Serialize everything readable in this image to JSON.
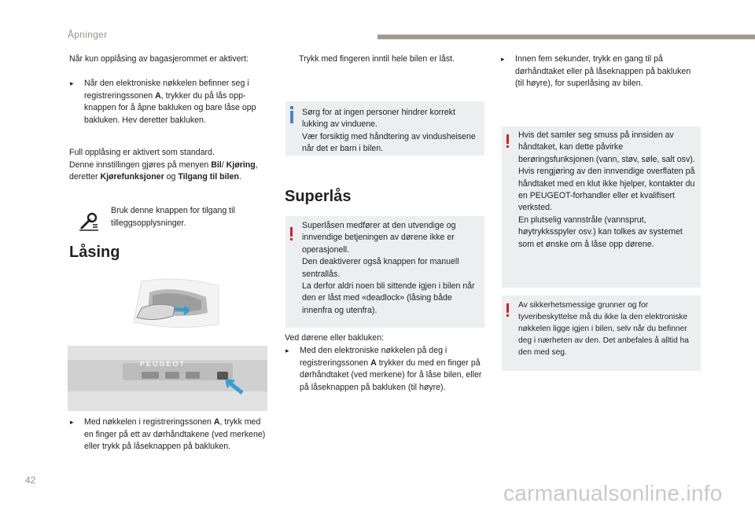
{
  "header": {
    "section": "Åpninger"
  },
  "col1": {
    "intro": "Når kun opplåsing av bagasjerommet er aktivert:",
    "bullet1_pre": "Når den elektroniske nøkkelen befinner seg i registreringssonen ",
    "bullet1_bold": "A",
    "bullet1_post": ", trykker du på lås opp-knappen for å åpne bakluken og bare låse opp bakluken. Hev deretter bakluken.",
    "full_line1": "Full opplåsing er aktivert som standard.",
    "full_line2_pre": "Denne innstillingen gjøres på menyen ",
    "menu_bil": "Bil",
    "slash": "/",
    "menu_kjoring": "Kjøring",
    "then": ", deretter ",
    "menu_kjorefunksjoner": "Kjørefunksjoner",
    "og": " og ",
    "menu_tilgang": "Tilgang til bilen",
    "dot": ".",
    "button_note": "Bruk denne knappen for tilgang til tilleggsopplysninger.",
    "heading_lasing": "Låsing",
    "bullet2_pre": "Med nøkkelen i registreringssonen ",
    "bullet2_bold": "A",
    "bullet2_post": ", trykk med en finger på ett av dørhåndtakene (ved merkene) eller trykk på låseknappen på bakluken.",
    "logo_text": "PEUGEOT"
  },
  "col2": {
    "top_text": "Trykk med fingeren inntil hele bilen er låst.",
    "info_box": "Sørg for at ingen personer hindrer korrekt lukking av vinduene.\nVær forsiktig med håndtering av vindusheisene når det er barn i bilen.",
    "heading_superlas": "Superlås",
    "warn_box": "Superlåsen medfører at den utvendige og innvendige betjeningen av dørene ikke er operasjonell.\nDen deaktiverer også knappen for manuell sentrallås.\nLa derfor aldri noen bli sittende igjen i bilen når den er låst med «deadlock» (låsing både innenfra og utenfra).",
    "doors_intro": "Ved dørene eller bakluken:",
    "bullet_pre": "Med den elektroniske nøkkelen på deg i registreringssonen ",
    "bullet_bold": "A",
    "bullet_post": " trykker du med en finger på dørhåndtaket (ved merkene) for å låse bilen, eller på låseknappen på bakluken (til høyre)."
  },
  "col3": {
    "bullet": "Innen fem sekunder, trykk en gang til på dørhåndtaket eller på låseknappen på bakluken (til høyre), for superlåsing av bilen.",
    "warn1": "Hvis det samler seg smuss på innsiden av håndtaket, kan dette påvirke berøringsfunksjonen (vann, støv, søle, salt osv).\nHvis rengjøring av den innvendige overflaten på håndtaket med en klut ikke hjelper, kontakter du en PEUGEOT-forhandler eller et kvalifisert verksted.\nEn plutselig vannstråle (vannsprut, høytrykksspyler osv.) kan tolkes av systemet som et ønske om å låse opp dørene.",
    "warn2": "Av sikkerhetsmessige grunner og for tyveribeskyttelse må du ikke la den elektroniske nøkkelen ligge igjen i bilen, selv når du befinner deg i nærheten av den. Det anbefales å alltid ha den med seg."
  },
  "footer": {
    "page_number": "42",
    "watermark": "carmanualsonline.info"
  },
  "colors": {
    "info_accent": "#4a86c8",
    "warning_accent": "#d3202a",
    "box_background": "#edeef0",
    "header_gray": "#9a8f86"
  }
}
